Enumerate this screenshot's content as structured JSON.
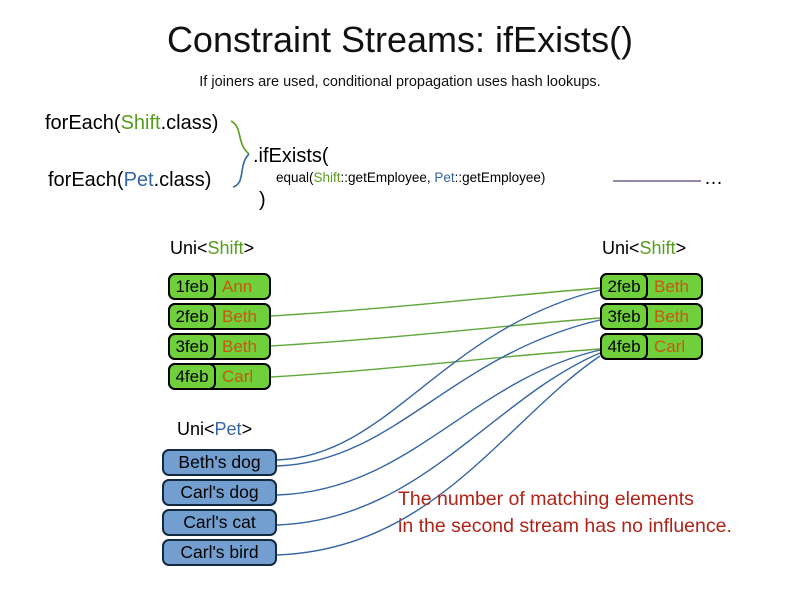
{
  "slide": {
    "title": "Constraint Streams: ifExists()",
    "subtitle": "If joiners are used, conditional propagation uses hash lookups."
  },
  "code": {
    "foreach_shift": {
      "prefix": "forEach(",
      "class_name": "Shift",
      "suffix": ".class)"
    },
    "foreach_pet": {
      "prefix": "forEach(",
      "class_name": "Pet",
      "suffix": ".class)"
    },
    "if_exists": ".ifExists(",
    "equal": {
      "prefix": "equal(",
      "shift_token": "Shift",
      "mid": "::getEmployee, ",
      "pet_token": "Pet",
      "suffix": "::getEmployee)"
    },
    "close_paren": ")",
    "ellipsis": "…"
  },
  "left_shift_table": {
    "label": {
      "prefix": "Uni<",
      "type": "Shift",
      "suffix": ">"
    },
    "rows": [
      {
        "date": "1feb",
        "name": "Ann"
      },
      {
        "date": "2feb",
        "name": "Beth"
      },
      {
        "date": "3feb",
        "name": "Beth"
      },
      {
        "date": "4feb",
        "name": "Carl"
      }
    ]
  },
  "right_shift_table": {
    "label": {
      "prefix": "Uni<",
      "type": "Shift",
      "suffix": ">"
    },
    "rows": [
      {
        "date": "2feb",
        "name": "Beth"
      },
      {
        "date": "3feb",
        "name": "Beth"
      },
      {
        "date": "4feb",
        "name": "Carl"
      }
    ]
  },
  "pet_table": {
    "label": {
      "prefix": "Uni<",
      "type": "Pet",
      "suffix": ">"
    },
    "items": [
      "Beth's dog",
      "Carl's dog",
      "Carl's cat",
      "Carl's bird"
    ]
  },
  "note": {
    "line1": "The number of matching elements",
    "line2": "in the second stream has no influence."
  },
  "colors": {
    "shift_text_green": "#579d1c",
    "shift_box_green": "#6fd03c",
    "pet_text_blue": "#3465a4",
    "pet_box_blue": "#729fcf",
    "name_orange": "#c45911",
    "note_red": "#b02318",
    "joiner_line_purple": "#75608a",
    "connector_green": "#62a73b",
    "connector_blue": "#3465a4"
  }
}
